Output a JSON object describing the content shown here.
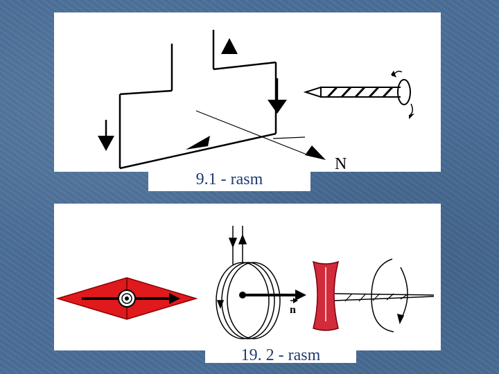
{
  "figures": [
    {
      "caption": "9.1 - rasm",
      "label_n": "N"
    },
    {
      "caption": "19. 2 - rasm",
      "label_n": "n"
    }
  ],
  "colors": {
    "background": "#4a6e98",
    "caption_text": "#1f3b73",
    "compass_red": "#e0191c",
    "drill_red": "#d22b3a"
  }
}
